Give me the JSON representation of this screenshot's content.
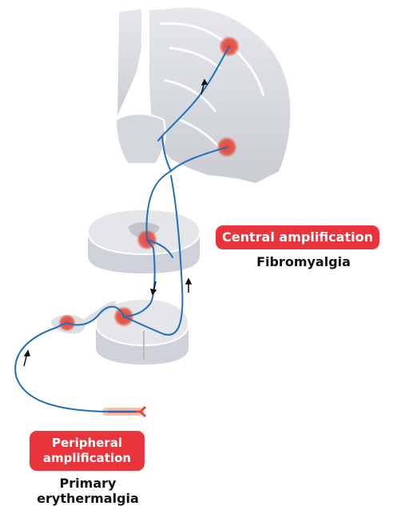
{
  "central": {
    "label": "Central amplification",
    "caption": "Fibromyalgia"
  },
  "peripheral": {
    "label_line1": "Peripheral",
    "label_line2": "amplification",
    "caption": "Primary erythermalgia"
  },
  "colors": {
    "badge": "#e8343a",
    "nerve": "#1f6fba",
    "tissue": "#d8dbe0",
    "tissue_edge": "#ffffff",
    "hotspot": "#e5493a"
  }
}
